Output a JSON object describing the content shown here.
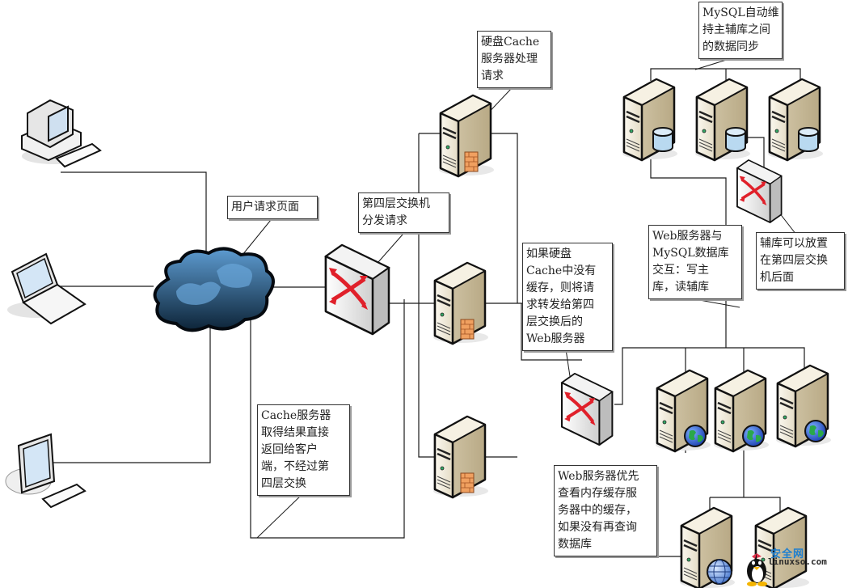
{
  "diagram": {
    "title": "",
    "nodes": {
      "clients": [
        {
          "id": "desktop-pc",
          "type": "desktop-computer"
        },
        {
          "id": "laptop",
          "type": "laptop"
        },
        {
          "id": "lcd-pc",
          "type": "lcd-computer"
        }
      ],
      "internet": {
        "id": "internet-cloud",
        "type": "cloud"
      },
      "l4_switch_front": {
        "id": "layer4-switch-front",
        "type": "switch"
      },
      "cache_servers": [
        {
          "id": "cache-server-1",
          "type": "cache-server"
        },
        {
          "id": "cache-server-2",
          "type": "cache-server"
        },
        {
          "id": "cache-server-3",
          "type": "cache-server"
        }
      ],
      "l4_switch_web": {
        "id": "layer4-switch-web",
        "type": "switch"
      },
      "web_servers": [
        {
          "id": "web-server-1",
          "type": "web-server"
        },
        {
          "id": "web-server-2",
          "type": "web-server"
        },
        {
          "id": "web-server-3",
          "type": "web-server"
        }
      ],
      "db_servers": [
        {
          "id": "mysql-server-1",
          "type": "database-server"
        },
        {
          "id": "mysql-server-2",
          "type": "database-server"
        },
        {
          "id": "mysql-server-3",
          "type": "database-server"
        }
      ],
      "l4_switch_db": {
        "id": "layer4-switch-db",
        "type": "switch"
      },
      "memcache_servers": [
        {
          "id": "memory-cache-server-1",
          "type": "memory-cache-server"
        },
        {
          "id": "memory-cache-server-2",
          "type": "memory-cache-server"
        }
      ]
    },
    "callouts": {
      "user_request": [
        "用户请求页面"
      ],
      "l4_dispatch": [
        "第四层交换机",
        "分发请求"
      ],
      "disk_cache": [
        "硬盘Cache",
        "服务器处理",
        "请求"
      ],
      "forward_web": [
        "如果硬盘",
        "Cache中没有",
        "缓存，则将请",
        "求转发给第四",
        "层交换后的",
        "Web服务器"
      ],
      "cache_return": [
        "Cache服务器",
        "取得结果直接",
        "返回给客户",
        "端，不经过第",
        "四层交换"
      ],
      "mysql_sync": [
        "MySQL自动维",
        "持主辅库之间",
        "的数据同步"
      ],
      "web_mysql": [
        "Web服务器与",
        "MySQL数据库",
        "交互：写主",
        "库，读辅库"
      ],
      "slave_behind": [
        "辅库可以放置",
        "在第四层交换",
        "机后面"
      ],
      "web_memcache": [
        "Web服务器优先",
        "查看内存缓存服",
        "务器中的缓存，",
        "如果没有再查询",
        "数据库"
      ]
    },
    "watermark": {
      "cn": "安全网",
      "en": "linuxso.com"
    },
    "colors": {
      "line": "#1a1a1a",
      "server_body": "#efe8d6",
      "cloud": "#2a5e8c",
      "switch_arrow": "#e0202a",
      "db_cylinder": "#a9cde8",
      "globe_green": "#2aa84a"
    }
  }
}
